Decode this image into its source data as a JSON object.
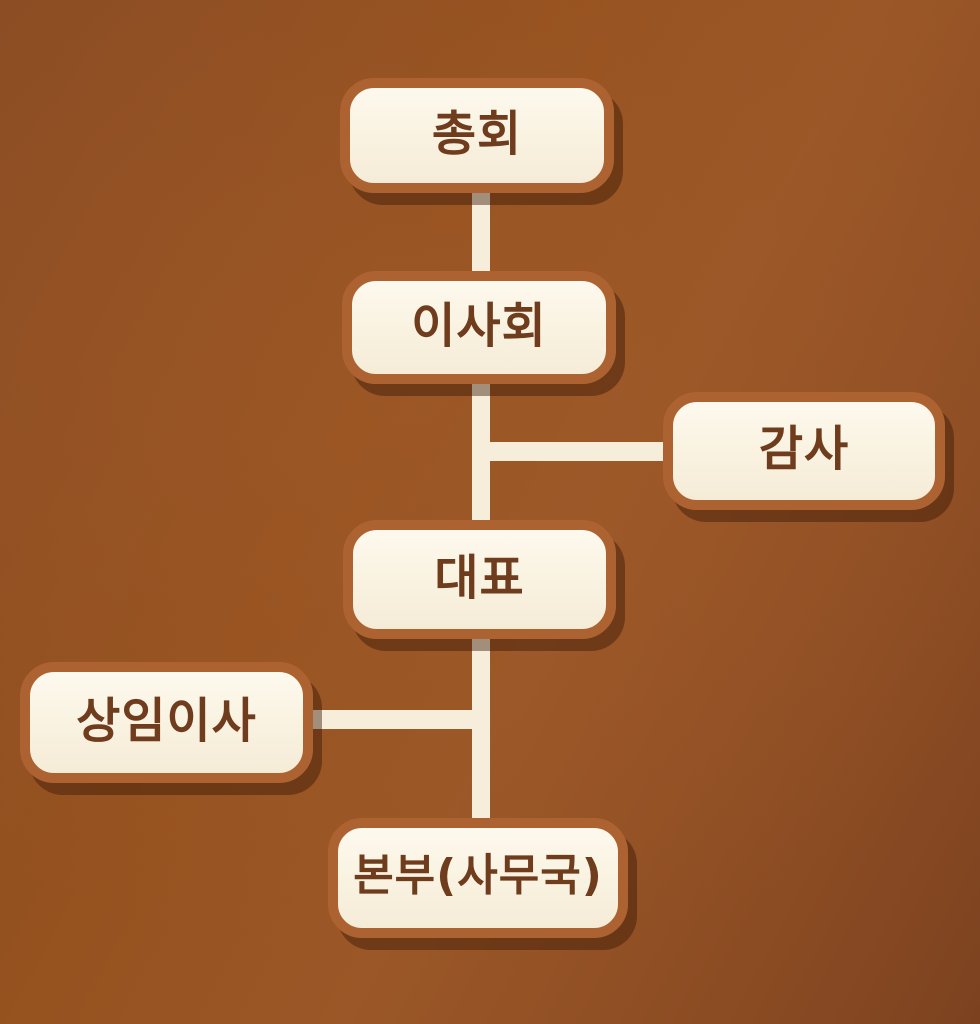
{
  "org": {
    "nodes": [
      {
        "id": "general-assembly",
        "label": "총회"
      },
      {
        "id": "board-of-directors",
        "label": "이사회"
      },
      {
        "id": "auditor",
        "label": "감사"
      },
      {
        "id": "representative",
        "label": "대표"
      },
      {
        "id": "executive-director",
        "label": "상임이사"
      },
      {
        "id": "headquarters-secretariat",
        "label": "본부(사무국)"
      }
    ],
    "edges": [
      {
        "from": "총회",
        "to": "이사회",
        "type": "vertical"
      },
      {
        "from": "이사회",
        "to": "대표",
        "type": "vertical"
      },
      {
        "from": "이사회",
        "to": "감사",
        "type": "horizontal-branch-right"
      },
      {
        "from": "대표",
        "to": "본부(사무국)",
        "type": "vertical"
      },
      {
        "from": "상임이사",
        "to": "대표",
        "type": "horizontal-branch-left"
      }
    ],
    "colors": {
      "background_light": "#9b5727",
      "background_dark": "#7c4220",
      "box_fill": "#f9f2e0",
      "box_border": "#ad6231",
      "box_shadow": "#6e3a1c",
      "text": "#6f3c1d",
      "connector": "#f6eeda"
    }
  }
}
